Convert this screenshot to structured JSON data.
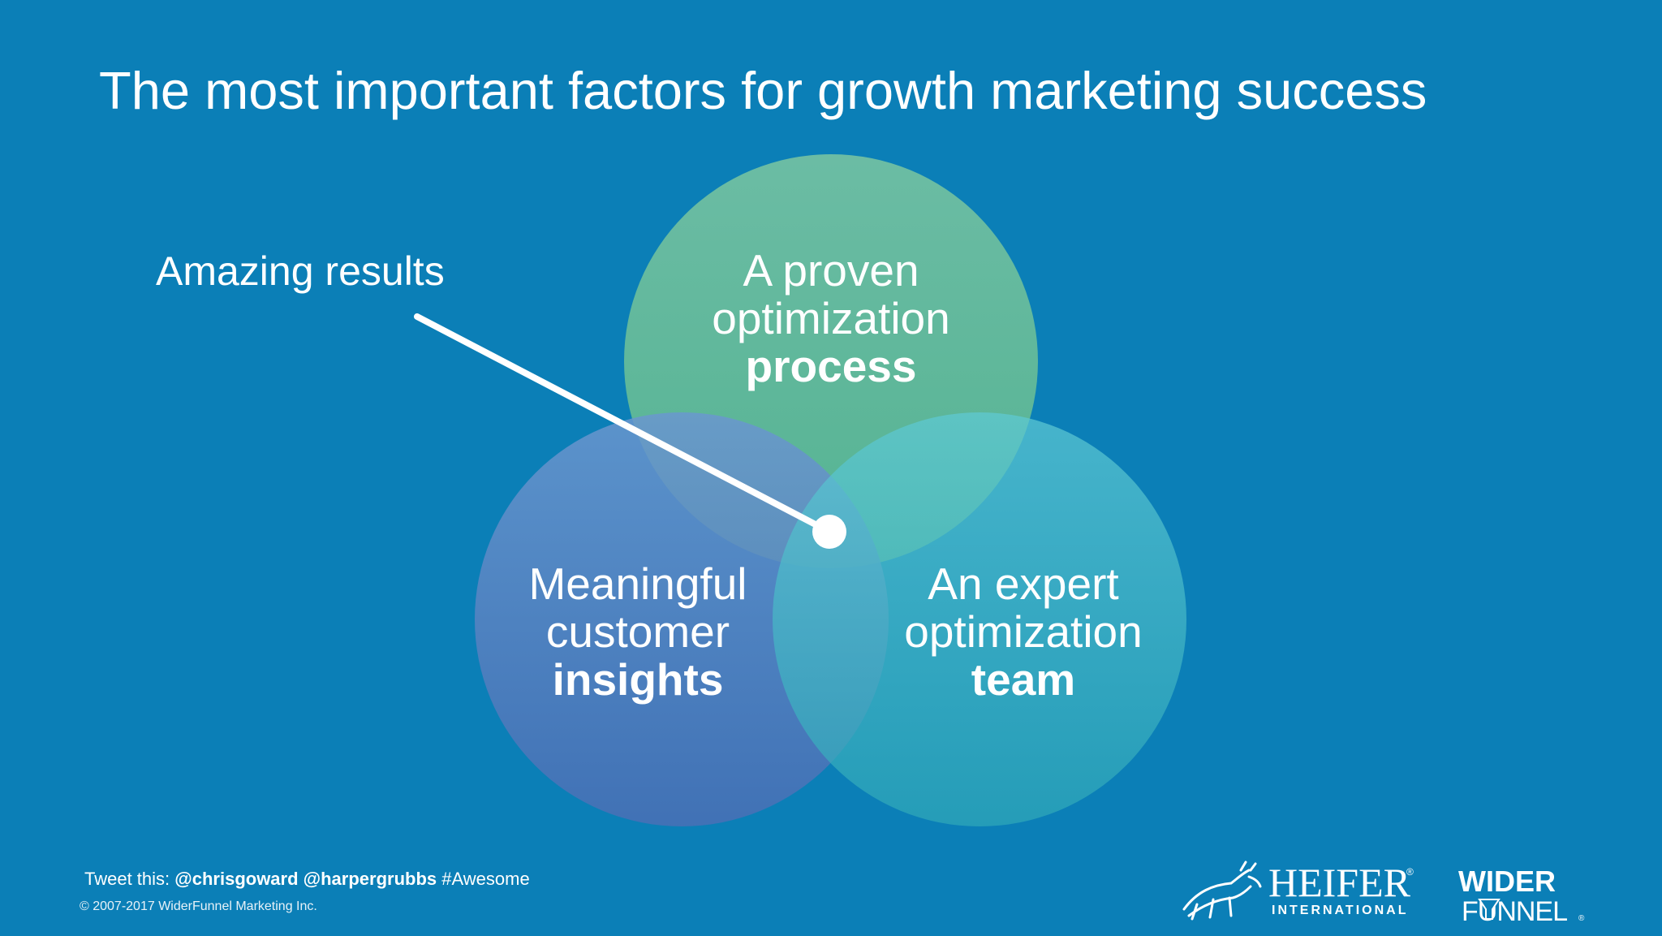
{
  "slide": {
    "title": "The most important factors for growth marketing success",
    "background_color": "#0b7fb7"
  },
  "venn": {
    "circles": [
      {
        "id": "process",
        "lines": [
          "A proven",
          "optimization"
        ],
        "emphasis": "process",
        "color": "#6fc29b"
      },
      {
        "id": "insights",
        "lines": [
          "Meaningful",
          "customer"
        ],
        "emphasis": "insights",
        "color": "#5a84c8"
      },
      {
        "id": "team",
        "lines": [
          "An expert",
          "optimization"
        ],
        "emphasis": "team",
        "color": "#4ec3cf"
      }
    ],
    "callout": {
      "label": "Amazing results",
      "line_color": "#ffffff"
    }
  },
  "footer": {
    "tweet_prefix": "Tweet this: ",
    "tweet_handles": "@chrisgoward @harpergrubbs",
    "tweet_hashtag": " #Awesome",
    "copyright": "© 2007-2017 WiderFunnel Marketing Inc."
  },
  "logos": {
    "heifer": {
      "name": "HEIFER",
      "registered": "®",
      "subtitle": "INTERNATIONAL",
      "icon": "heifer-cow-icon"
    },
    "widerfunnel": {
      "top": "WIDER",
      "bottom": "FUNNEL",
      "registered": "®",
      "icon": "widerfunnel-funnel-icon"
    }
  }
}
